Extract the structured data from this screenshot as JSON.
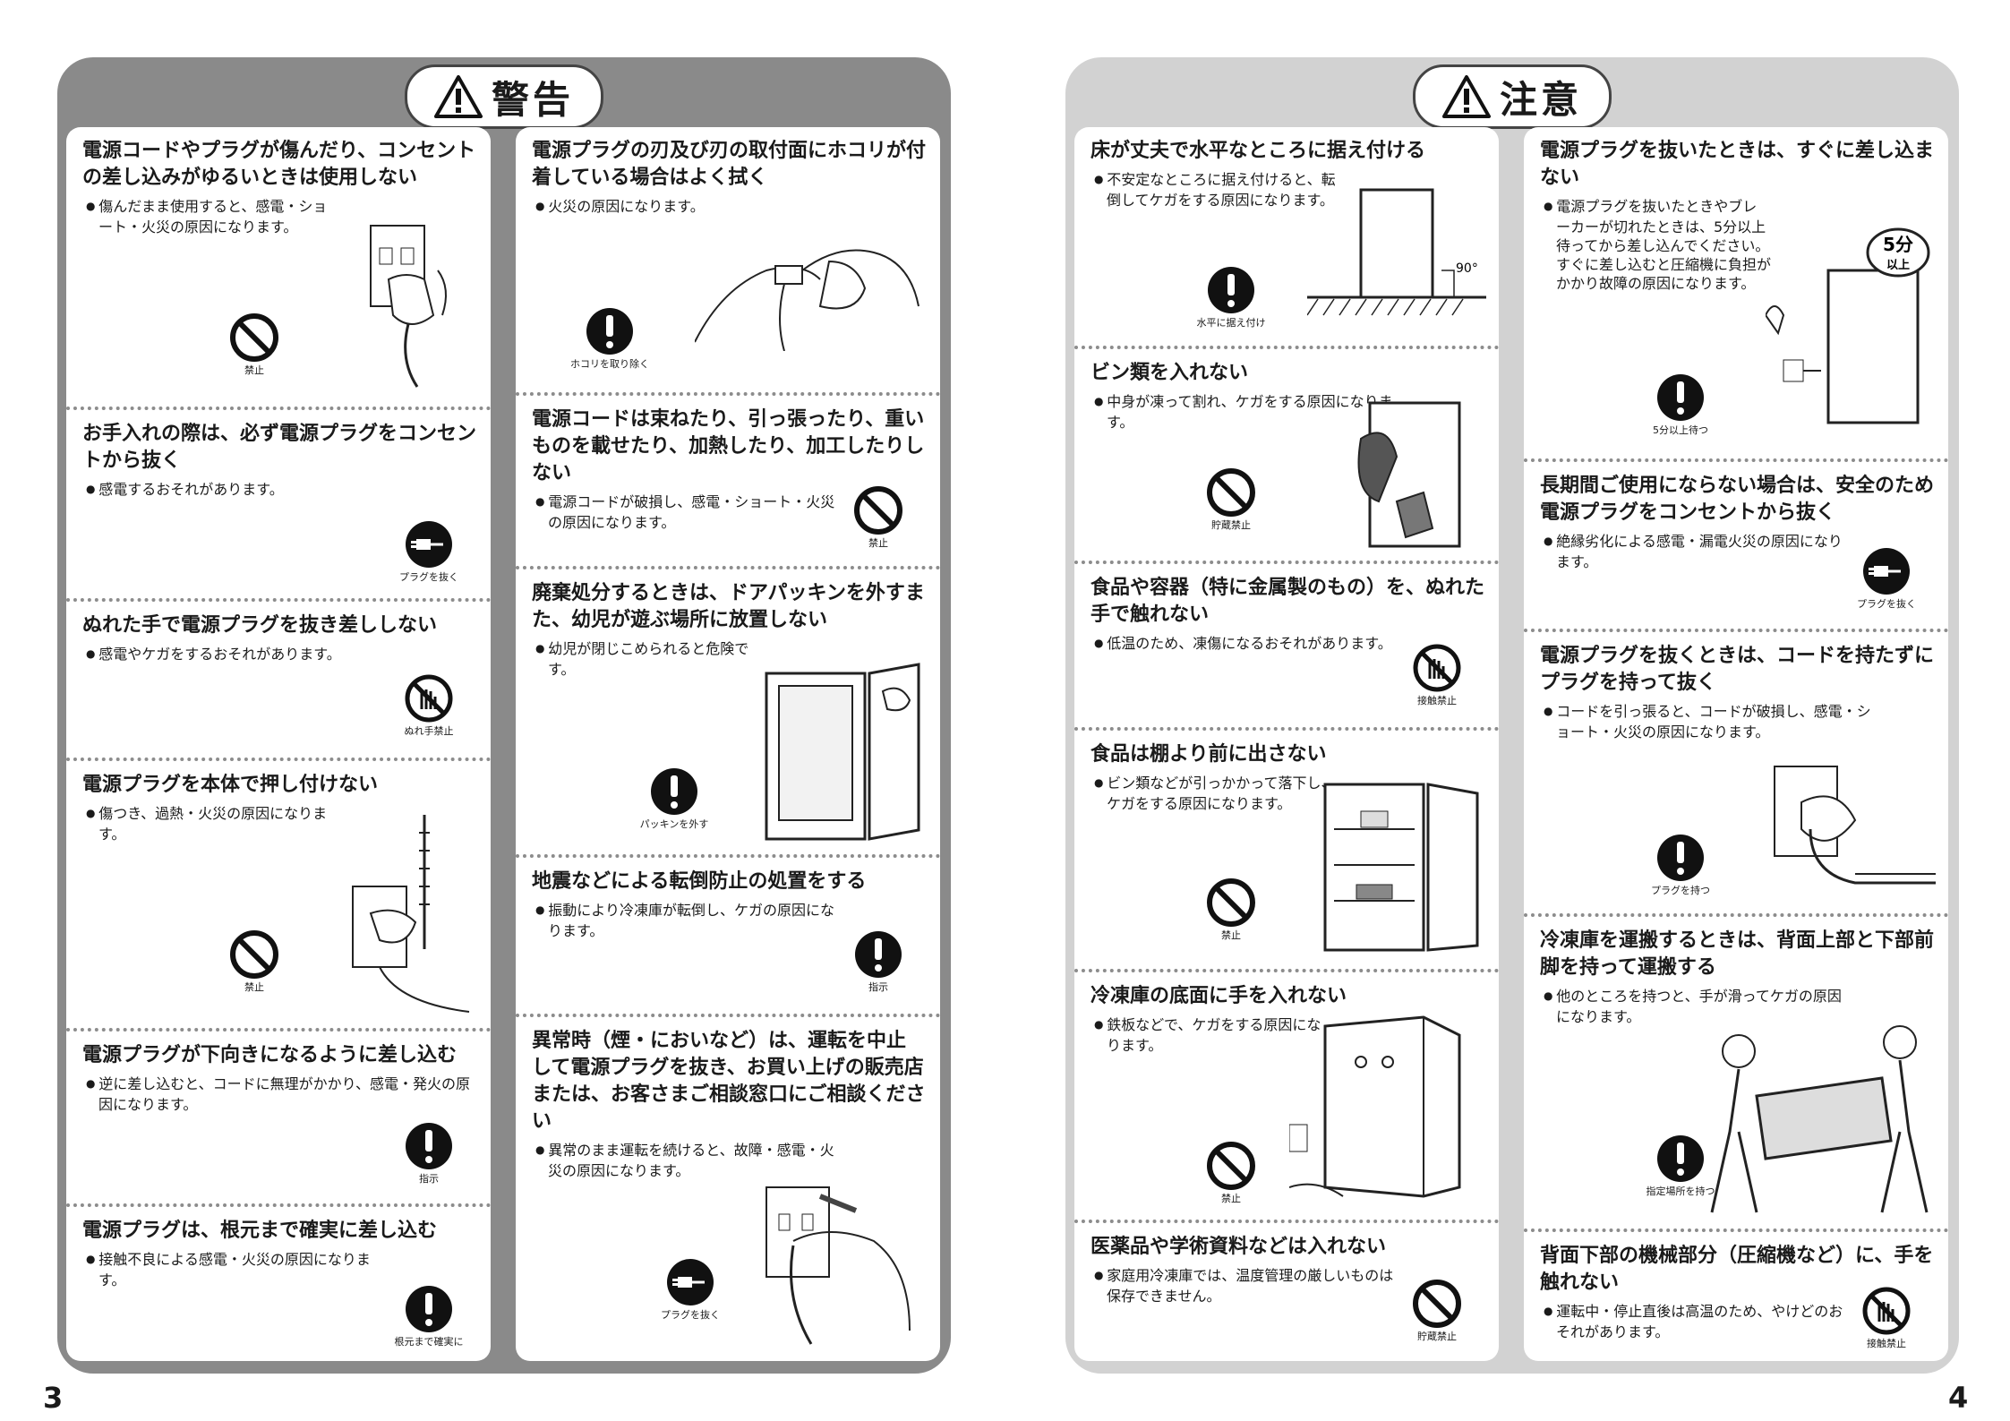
{
  "warning": {
    "header": "警告",
    "left_column": [
      {
        "title": "電源コードやプラグが傷んだり、コンセントの差し込みがゆるいときは使用しない",
        "text": "傷んだまま使用すると、感電・ショート・火災の原因になります。",
        "symbol": "禁止"
      },
      {
        "title": "お手入れの際は、必ず電源プラグをコンセントから抜く",
        "text": "感電するおそれがあります。",
        "symbol": "プラグを抜く"
      },
      {
        "title": "ぬれた手で電源プラグを抜き差ししない",
        "text": "感電やケガをするおそれがあります。",
        "symbol": "ぬれ手禁止"
      },
      {
        "title": "電源プラグを本体で押し付けない",
        "text": "傷つき、過熱・火災の原因になります。",
        "symbol": "禁止"
      },
      {
        "title": "電源プラグが下向きになるように差し込む",
        "text": "逆に差し込むと、コードに無理がかかり、感電・発火の原因になります。",
        "symbol": "指示"
      },
      {
        "title": "電源プラグは、根元まで確実に差し込む",
        "text": "接触不良による感電・火災の原因になります。",
        "symbol": "根元まで確実に"
      }
    ],
    "right_column": [
      {
        "title": "電源プラグの刃及び刃の取付面にホコリが付着している場合はよく拭く",
        "text": "火災の原因になります。",
        "symbol": "ホコリを取り除く"
      },
      {
        "title": "電源コードは束ねたり、引っ張ったり、重いものを載せたり、加熱したり、加工したりしない",
        "text": "電源コードが破損し、感電・ショート・火災の原因になります。",
        "symbol": "禁止"
      },
      {
        "title": "廃棄処分するときは、ドアパッキンを外すまた、幼児が遊ぶ場所に放置しない",
        "text": "幼児が閉じこめられると危険です。",
        "symbol": "パッキンを外す"
      },
      {
        "title": "地震などによる転倒防止の処置をする",
        "text": "振動により冷凍庫が転倒し、ケガの原因になります。",
        "symbol": "指示"
      },
      {
        "title": "異常時（煙・においなど）は、運転を中止して電源プラグを抜き、お買い上げの販売店または、お客さまご相談窓口にご相談ください",
        "text": "異常のまま運転を続けると、故障・感電・火災の原因になります。",
        "symbol": "プラグを抜く"
      }
    ]
  },
  "caution": {
    "header": "注意",
    "left_column": [
      {
        "title": "床が丈夫で水平なところに据え付ける",
        "text": "不安定なところに据え付けると、転倒してケガをする原因になります。",
        "symbol": "水平に据え付け",
        "angle": "90°"
      },
      {
        "title": "ビン類を入れない",
        "text": "中身が凍って割れ、ケガをする原因になります。",
        "symbol": "貯蔵禁止"
      },
      {
        "title": "食品や容器（特に金属製のもの）を、ぬれた手で触れない",
        "text": "低温のため、凍傷になるおそれがあります。",
        "symbol": "接触禁止"
      },
      {
        "title": "食品は棚より前に出さない",
        "text": "ビン類などが引っかかって落下し、ケガをする原因になります。",
        "symbol": "禁止"
      },
      {
        "title": "冷凍庫の底面に手を入れない",
        "text": "鉄板などで、ケガをする原因になります。",
        "symbol": "禁止"
      },
      {
        "title": "医薬品や学術資料などは入れない",
        "text": "家庭用冷凍庫では、温度管理の厳しいものは保存できません。",
        "symbol": "貯蔵禁止"
      }
    ],
    "right_column": [
      {
        "title": "電源プラグを抜いたときは、すぐに差し込まない",
        "text": "電源プラグを抜いたときやブレーカーが切れたときは、5分以上待ってから差し込んでください。すぐに差し込むと圧縮機に負担がかかり故障の原因になります。",
        "symbol": "5分以上待つ",
        "badge_top": "5分",
        "badge_bottom": "以上"
      },
      {
        "title": "長期間ご使用にならない場合は、安全のため電源プラグをコンセントから抜く",
        "text": "絶縁劣化による感電・漏電火災の原因になります。",
        "symbol": "プラグを抜く"
      },
      {
        "title": "電源プラグを抜くときは、コードを持たずにプラグを持って抜く",
        "text": "コードを引っ張ると、コードが破損し、感電・ショート・火災の原因になります。",
        "symbol": "プラグを持つ"
      },
      {
        "title": "冷凍庫を運搬するときは、背面上部と下部前脚を持って運搬する",
        "text": "他のところを持つと、手が滑ってケガの原因になります。",
        "symbol": "指定場所を持つ"
      },
      {
        "title": "背面下部の機械部分（圧縮機など）に、手を触れない",
        "text": "運転中・停止直後は高温のため、やけどのおそれがあります。",
        "symbol": "接触禁止"
      }
    ]
  },
  "page_numbers": {
    "left": "3",
    "right": "4"
  }
}
